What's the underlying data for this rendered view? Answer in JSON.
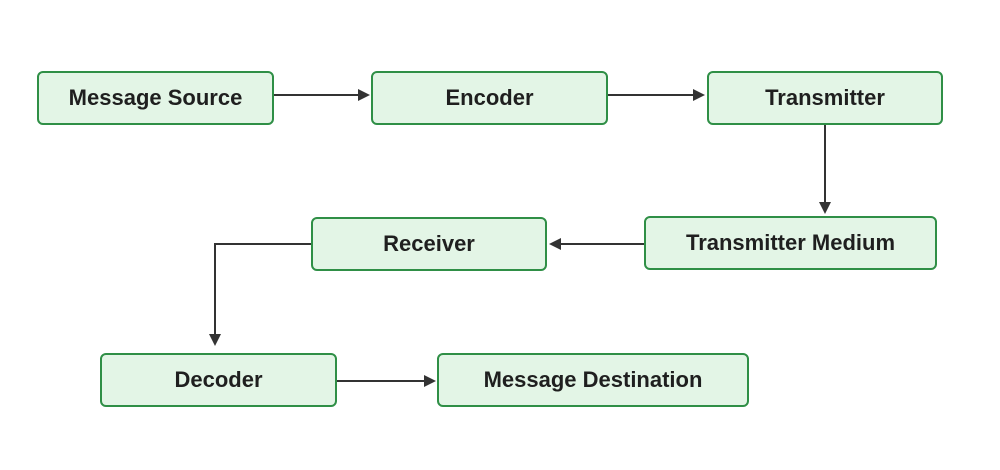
{
  "diagram": {
    "colors": {
      "box_fill": "#e3f5e6",
      "box_border": "#2f8f46",
      "arrow": "#333333",
      "text": "#1f1f1f"
    },
    "nodes": {
      "message_source": "Message Source",
      "encoder": "Encoder",
      "transmitter": "Transmitter",
      "transmitter_medium": "Transmitter Medium",
      "receiver": "Receiver",
      "decoder": "Decoder",
      "message_destination": "Message Destination"
    },
    "edges": [
      {
        "from": "Message Source",
        "to": "Encoder"
      },
      {
        "from": "Encoder",
        "to": "Transmitter"
      },
      {
        "from": "Transmitter",
        "to": "Transmitter Medium"
      },
      {
        "from": "Transmitter Medium",
        "to": "Receiver"
      },
      {
        "from": "Receiver",
        "to": "Decoder"
      },
      {
        "from": "Decoder",
        "to": "Message Destination"
      }
    ]
  }
}
